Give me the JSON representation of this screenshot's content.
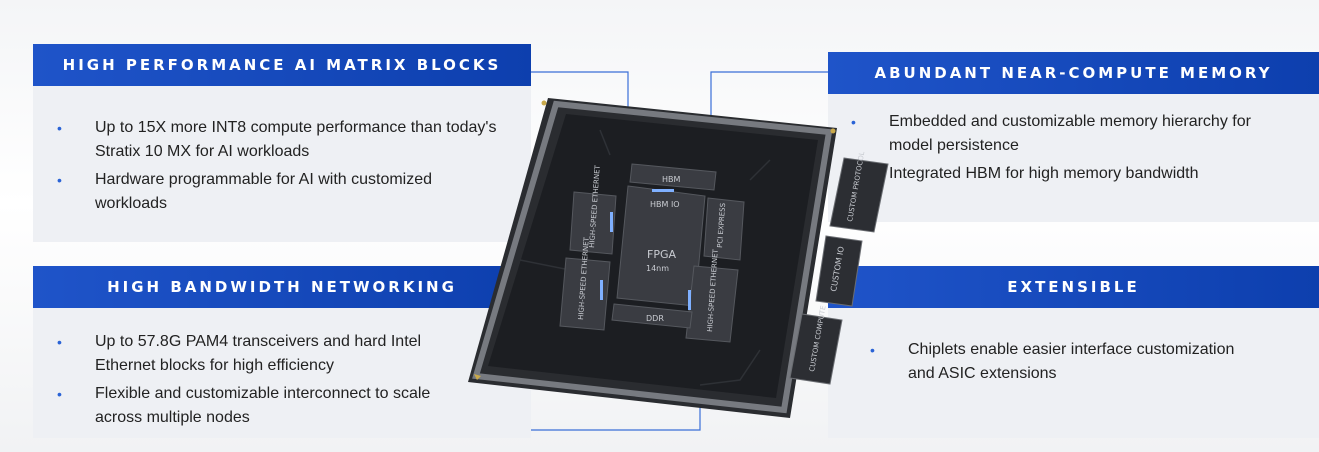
{
  "panels": {
    "ai_matrix": {
      "title": "HIGH PERFORMANCE AI MATRIX BLOCKS",
      "bullets": [
        "Up to 15X more INT8 compute performance than today's Stratix 10 MX for AI workloads",
        "Hardware programmable for AI with customized workloads"
      ]
    },
    "networking": {
      "title": "HIGH BANDWIDTH NETWORKING",
      "bullets": [
        "Up to 57.8G PAM4 transceivers and hard Intel Ethernet blocks for high efficiency",
        "Flexible and customizable interconnect to scale across multiple nodes"
      ]
    },
    "memory": {
      "title": "ABUNDANT NEAR-COMPUTE MEMORY",
      "bullets": [
        "Embedded and customizable memory hierarchy for model persistence",
        "Integrated HBM for high memory bandwidth"
      ]
    },
    "extensible": {
      "title": "EXTENSIBLE",
      "bullets": [
        "Chiplets enable easier interface customization and ASIC extensions"
      ]
    }
  },
  "chip": {
    "fpga": "FPGA",
    "node": "14nm",
    "hbm": "HBM",
    "hbm_io": "HBM IO",
    "ddr": "DDR",
    "eth_left_top": "HIGH-SPEED ETHERNET",
    "eth_left_bottom": "HIGH-SPEED ETHERNET",
    "eth_right": "HIGH-SPEED ETHERNET",
    "pci": "PCI EXPRESS",
    "chiplet_protocol": "CUSTOM PROTOCOL",
    "chiplet_io": "CUSTOM IO",
    "chiplet_compute": "CUSTOM COMPUTE"
  },
  "colors": {
    "header_blue": "#1448c2",
    "bullet_blue": "#2a63d6",
    "connector_blue": "#3a6fd8"
  }
}
